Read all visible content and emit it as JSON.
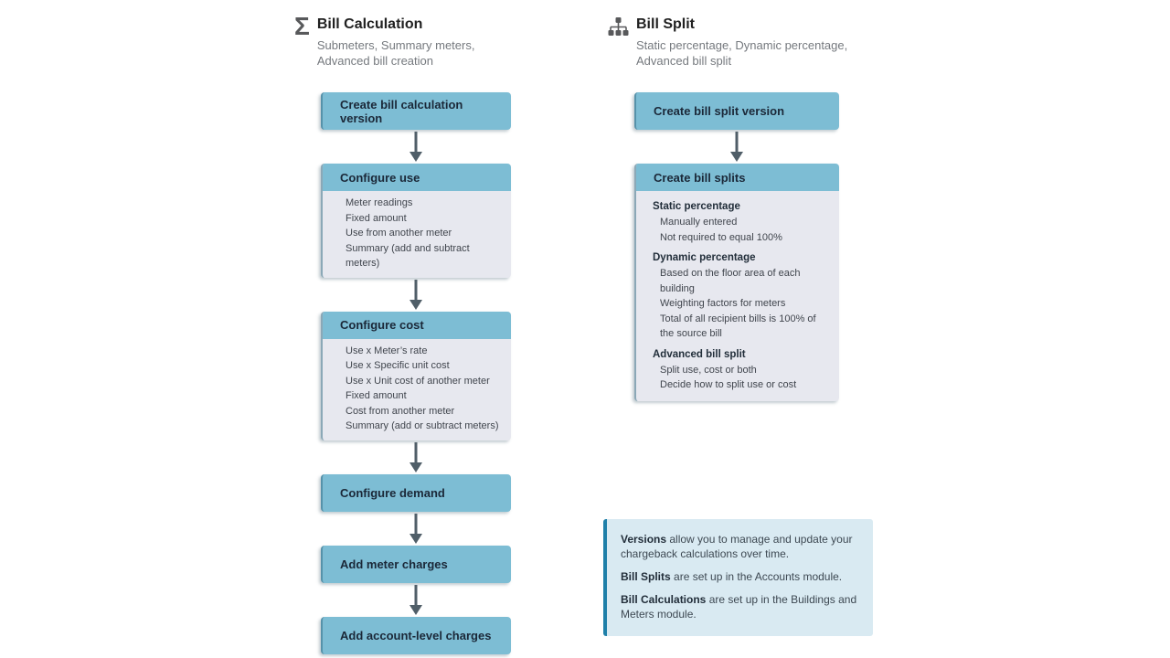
{
  "colors": {
    "node_fill": "#7dbdd4",
    "node_edge": "#4f93ad",
    "node_text": "#1b2838",
    "body_fill": "#e7e8ef",
    "body_text": "#40454d",
    "arrow": "#505e68",
    "note_fill": "#d9eaf2",
    "note_border": "#1f80a9",
    "icon": "#58595b",
    "title_text": "#212121",
    "subtitle_text": "#75797e"
  },
  "columns": [
    {
      "id": "bill-calculation",
      "icon": "sigma-icon",
      "title": "Bill Calculation",
      "subtitle": "Submeters, Summary meters, Advanced bill creation",
      "nodes": [
        {
          "type": "simple",
          "label": "Create bill calculation version"
        },
        {
          "type": "group",
          "label": "Configure use",
          "items": [
            "Meter readings",
            "Fixed amount",
            "Use from another meter",
            "Summary (add and subtract meters)"
          ]
        },
        {
          "type": "group",
          "label": "Configure cost",
          "items": [
            "Use x Meter’s rate",
            "Use x Specific unit cost",
            "Use x Unit cost of another meter",
            "Fixed amount",
            "Cost from another meter",
            "Summary (add or subtract meters)"
          ]
        },
        {
          "type": "simple",
          "label": "Configure demand"
        },
        {
          "type": "simple",
          "label": "Add meter charges"
        },
        {
          "type": "simple",
          "label": "Add account-level charges"
        }
      ]
    },
    {
      "id": "bill-split",
      "icon": "org-chart-icon",
      "title": "Bill Split",
      "subtitle": "Static percentage, Dynamic percentage, Advanced bill split",
      "nodes": [
        {
          "type": "simple",
          "label": "Create bill split version"
        },
        {
          "type": "group",
          "label": "Create bill splits",
          "sections": [
            {
              "heading": "Static percentage",
              "items": [
                "Manually entered",
                "Not required to equal 100%"
              ]
            },
            {
              "heading": "Dynamic percentage",
              "items": [
                "Based on the floor area of each building",
                "Weighting factors for meters",
                "Total of all recipient bills is 100% of the source bill"
              ]
            },
            {
              "heading": "Advanced bill split",
              "items": [
                "Split use, cost or both",
                "Decide how to split use or cost"
              ]
            }
          ]
        }
      ]
    }
  ],
  "note": {
    "paragraphs": [
      {
        "bold": "Versions",
        "rest": " allow you to manage and update your chargeback calculations over time."
      },
      {
        "bold": "Bill Splits",
        "rest": " are set up in the Accounts module."
      },
      {
        "bold": "Bill Calculations",
        "rest": " are set up in the Buildings and Meters module."
      }
    ]
  }
}
